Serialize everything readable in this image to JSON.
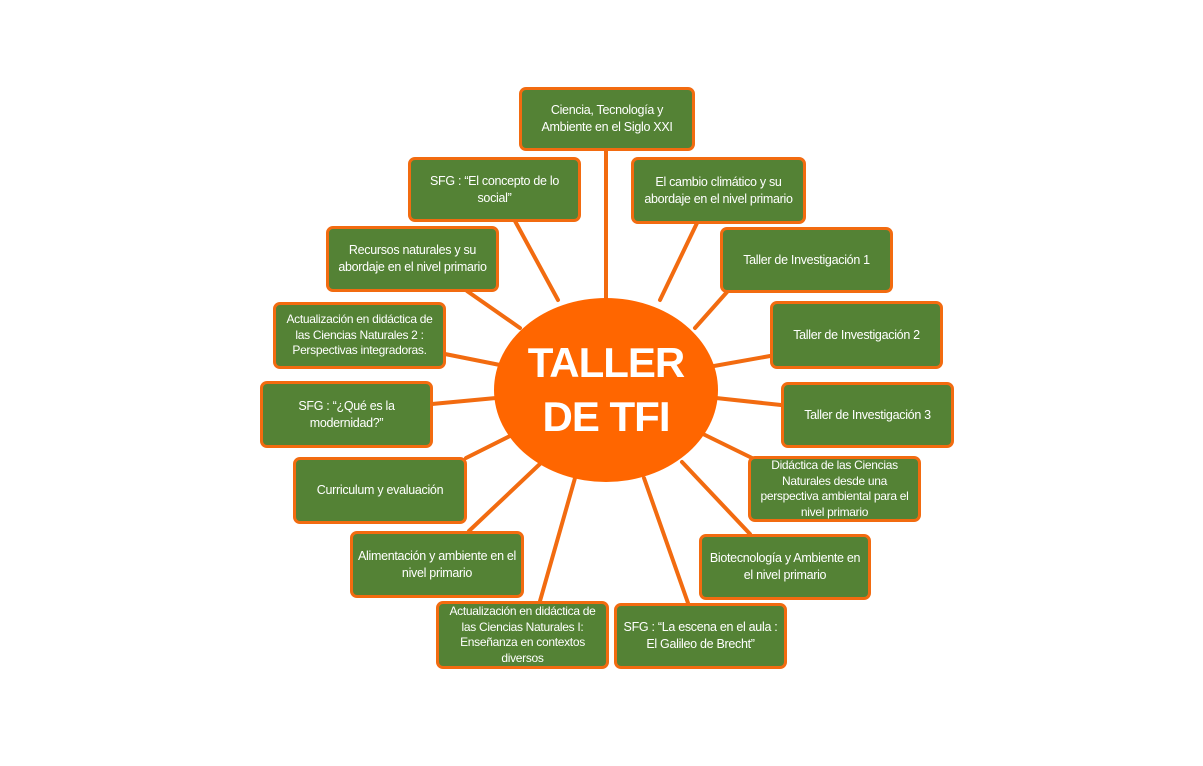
{
  "center": {
    "line1": "TALLER",
    "line2": "DE TFI"
  },
  "nodes": [
    "Ciencia, Tecnología y Ambiente en el Siglo XXI",
    "SFG : “El concepto de lo social”",
    "El cambio climático y su abordaje en el nivel primario",
    "Recursos naturales y su abordaje en el nivel primario",
    "Taller de Investigación 1",
    "Actualización en didáctica de las Ciencias Naturales 2 : Perspectivas integradoras.",
    "Taller de Investigación 2",
    "SFG : “¿Qué es la modernidad?”",
    "Taller de Investigación 3",
    "Curriculum y evaluación",
    "Didáctica de las Ciencias Naturales desde una perspectiva ambiental para el nivel primario",
    "Alimentación y ambiente en el nivel primario",
    "Biotecnología y Ambiente en el nivel primario",
    "Actualización en didáctica de las Ciencias Naturales I: Enseñanza en contextos diversos",
    "SFG : “La escena en el aula : El Galileo de Brecht”"
  ],
  "colors": {
    "node_fill": "#548235",
    "accent": "#f26b10",
    "center_fill": "#ff6600"
  }
}
